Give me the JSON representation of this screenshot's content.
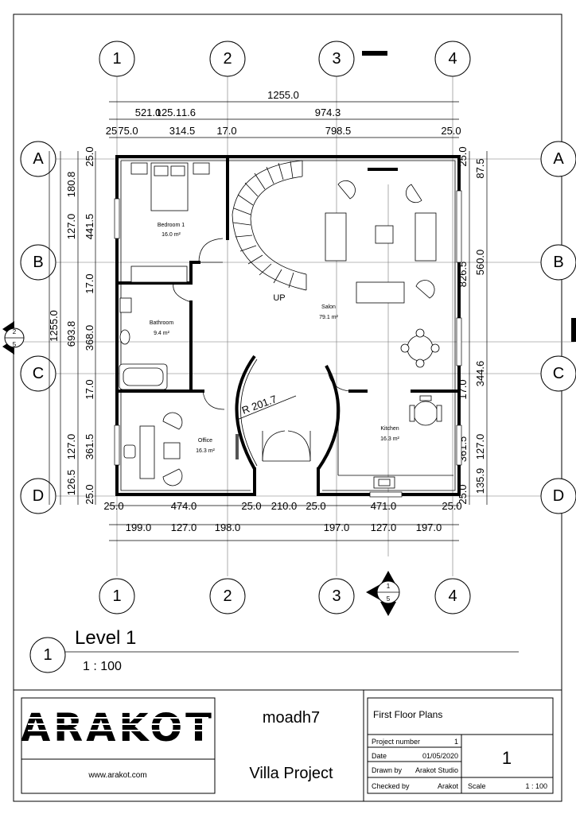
{
  "grid": {
    "columns": [
      "1",
      "2",
      "3",
      "4"
    ],
    "rows": [
      "A",
      "B",
      "C",
      "D"
    ]
  },
  "dimensions": {
    "top": {
      "overall": "1255.0",
      "second": "974.3",
      "sub_a": "521.0",
      "sub_b": "125.1",
      "sub_c": "1.6",
      "d1": "25",
      "d2": "75.0",
      "d3": "314.5",
      "d4": "17.0",
      "d5": "798.5",
      "d6": "25.0"
    },
    "bottom_left": [
      "25.0",
      "474.0",
      "25.0",
      "210.0",
      "25.0",
      "471.0",
      "25.0"
    ],
    "bottom_right_sub": [
      "199.0",
      "127.0",
      "198.0",
      "197.0",
      "127.0",
      "197.0"
    ],
    "left": [
      "25.0",
      "180.8",
      "127.0",
      "441.5",
      "17.0",
      "693.8",
      "368.0",
      "17.0",
      "127.0",
      "361.5",
      "126.5",
      "25.0"
    ],
    "left_overall": "1255.0",
    "right": [
      "25.0",
      "87.5",
      "560.0",
      "826.5",
      "344.6",
      "17.0",
      "361.5",
      "127.0",
      "135.9",
      "25.0"
    ],
    "radius": "R 201.7"
  },
  "rooms": {
    "bedroom": {
      "name": "Bedroom 1",
      "area": "16.0 m²"
    },
    "bathroom": {
      "name": "Bathroom",
      "area": "9.4 m²"
    },
    "salon": {
      "name": "Salon",
      "area": "79.1 m²"
    },
    "office": {
      "name": "Office",
      "area": "16.3 m²"
    },
    "kitchen": {
      "name": "Kitchen",
      "area": "16.3 m²"
    },
    "stair_label": "UP"
  },
  "section_markers": {
    "left": {
      "top": "2",
      "bottom": "5"
    },
    "bottom": {
      "top": "1",
      "bottom": "5"
    }
  },
  "view": {
    "number": "1",
    "title": "Level 1",
    "scale": "1 : 100"
  },
  "title_block": {
    "logo": "ARAKOT",
    "website": "www.arakot.com",
    "author": "moadh7",
    "project_name": "Villa Project",
    "sheet_title": "First Floor Plans",
    "project_number_label": "Project number",
    "project_number": "1",
    "date_label": "Date",
    "date": "01/05/2020",
    "drawn_by_label": "Drawn by",
    "drawn_by": "Arakot Studio",
    "checked_by_label": "Checked by",
    "checked_by": "Arakot",
    "sheet_number": "1",
    "scale_label": "Scale",
    "scale": "1 : 100"
  }
}
